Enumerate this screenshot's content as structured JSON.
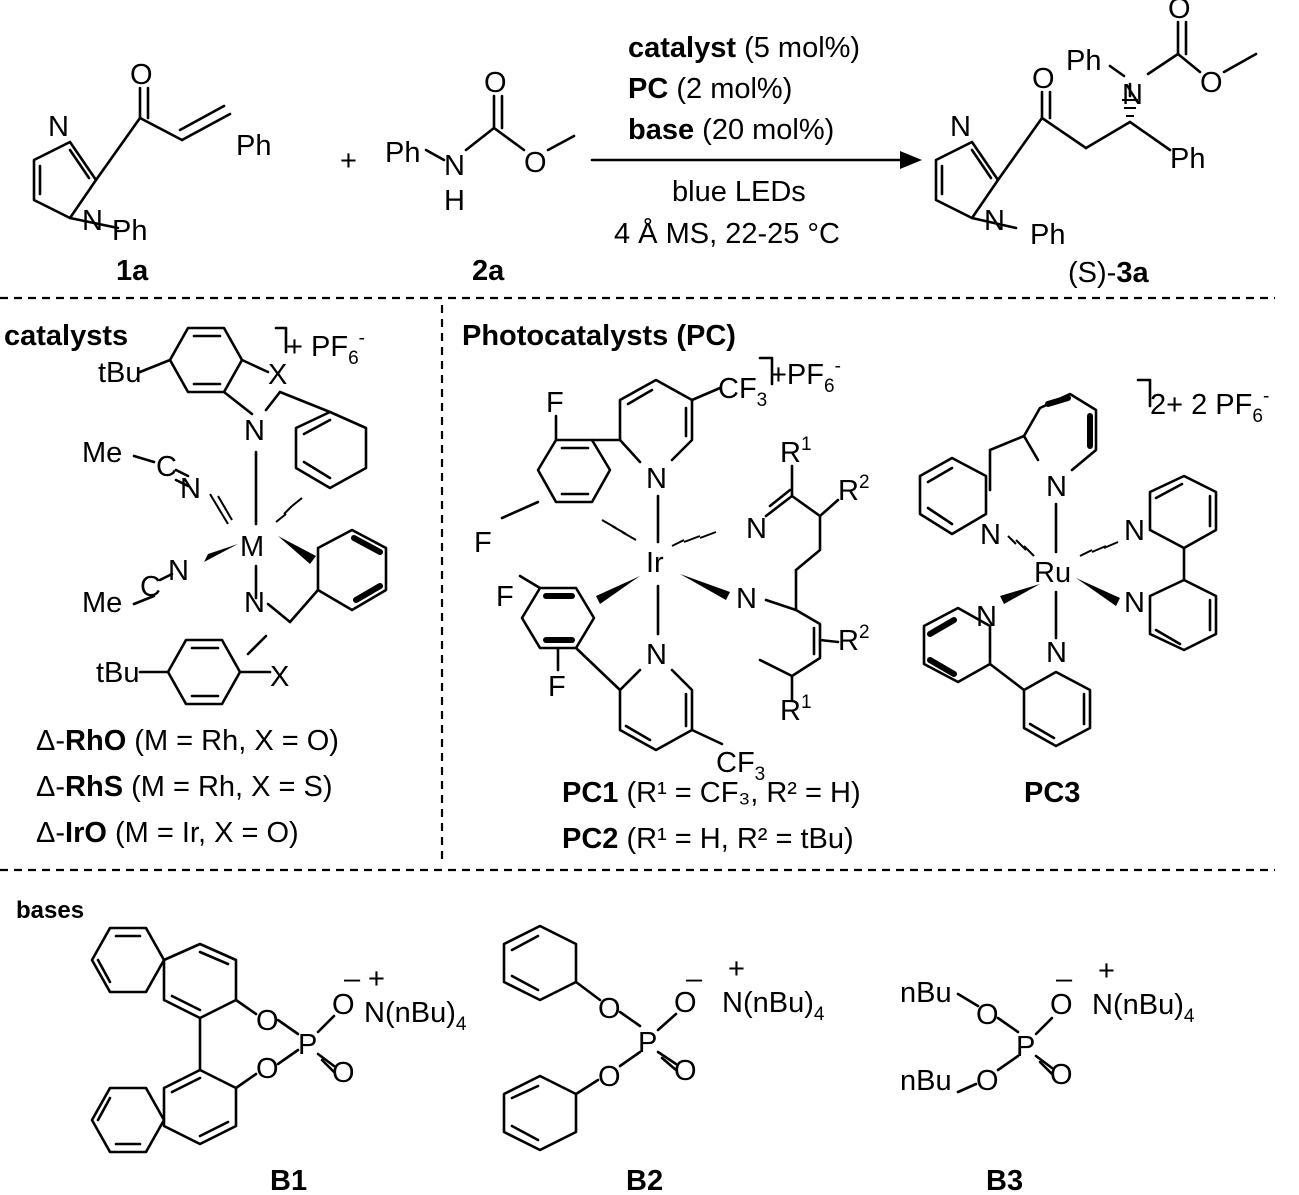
{
  "reaction": {
    "conditions": [
      {
        "bold": "catalyst",
        "rest": " (5 mol%)"
      },
      {
        "bold": "PC",
        "rest": " (2 mol%)"
      },
      {
        "bold": "base",
        "rest": " (20 mol%)"
      }
    ],
    "conditions_below": [
      "blue LEDs",
      "4 Å MS, 22-25 °C"
    ],
    "plus": "+",
    "reactant1_label": "1a",
    "reactant2_label": "2a",
    "product_label_prefix": "(S)-",
    "product_label_bold": "3a",
    "atoms": {
      "O": "O",
      "N": "N",
      "H": "H",
      "Ph": "Ph"
    }
  },
  "catalysts": {
    "heading": "catalysts",
    "charge": "+ PF",
    "charge_sub": "6",
    "charge_sup": "-",
    "tBu": "tBu",
    "MeCN": "Me",
    "metal": "M",
    "X": "X",
    "variants": [
      {
        "prefix": "Δ-",
        "name": "RhO",
        "desc": " (M = Rh, X = O)"
      },
      {
        "prefix": "Δ-",
        "name": "RhS",
        "desc": " (M = Rh, X = S)"
      },
      {
        "prefix": "Δ-",
        "name": "IrO",
        "desc": " (M = Ir, X = O)"
      }
    ]
  },
  "photocatalysts": {
    "heading": "Photocatalysts (PC)",
    "ir_charge": "+PF",
    "ru_charge": "2+  2 PF",
    "metal_ir": "Ir",
    "metal_ru": "Ru",
    "CF3": "CF",
    "F": "F",
    "R1": "R",
    "R2": "R",
    "pc1": {
      "name": "PC1",
      "desc": " (R¹ = CF₃, R² = H)"
    },
    "pc2": {
      "name": "PC2",
      "desc": " (R¹ = H, R² =  tBu)"
    },
    "pc3": {
      "name": "PC3"
    }
  },
  "bases": {
    "heading": "bases",
    "ammonium": "N(nBu)",
    "ammonium_sub": "4",
    "P": "P",
    "nBu": "nBu",
    "labels": [
      "B1",
      "B2",
      "B3"
    ]
  }
}
